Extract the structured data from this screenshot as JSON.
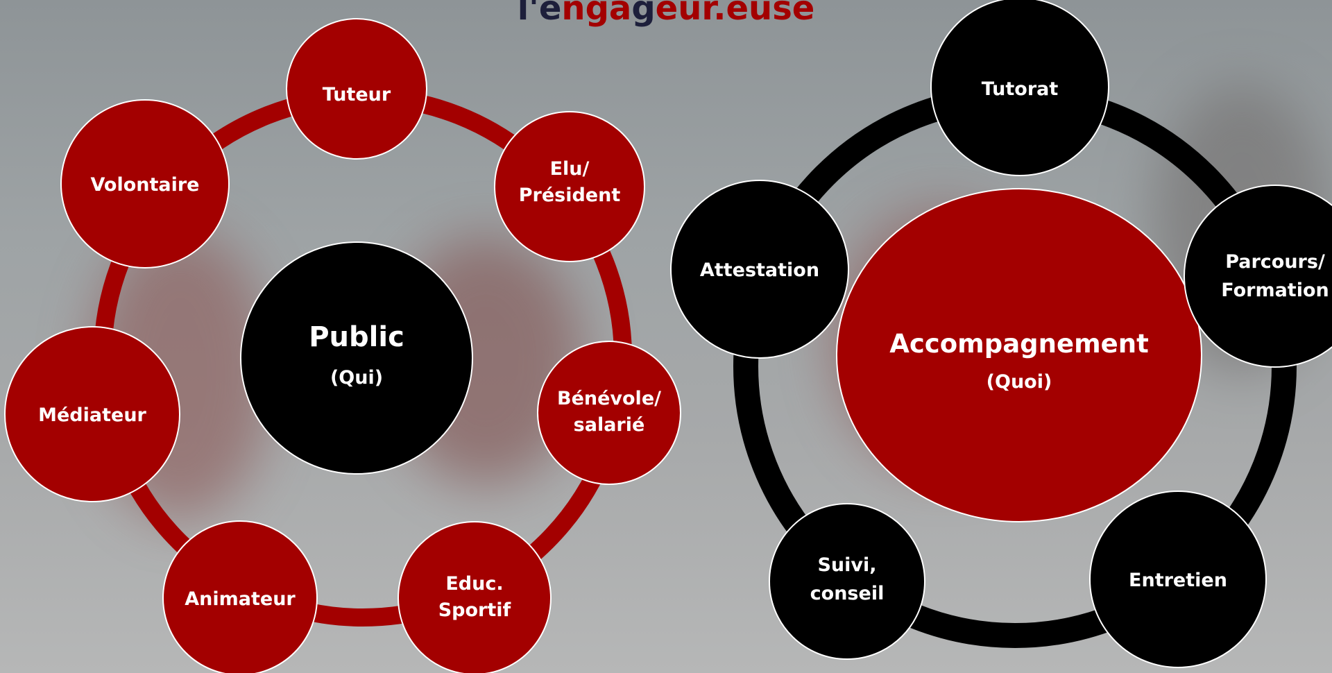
{
  "title": {
    "part1": "l'e",
    "part2": "nga",
    "part3": "g",
    "part4": "eur.euse"
  },
  "colors": {
    "red": "#a30000",
    "black": "#000000",
    "title": "#1d1f3b",
    "outline": "#ffffff"
  },
  "left_diagram": {
    "center": {
      "label": "Public",
      "sub": "(Qui)"
    },
    "nodes": [
      {
        "id": "tuteur",
        "lines": [
          "Tuteur"
        ]
      },
      {
        "id": "elu",
        "lines": [
          "Elu/",
          "Président"
        ]
      },
      {
        "id": "benevole",
        "lines": [
          "Bénévole/",
          "salarié"
        ]
      },
      {
        "id": "educ",
        "lines": [
          "Educ.",
          "Sportif"
        ]
      },
      {
        "id": "animateur",
        "lines": [
          "Animateur"
        ]
      },
      {
        "id": "mediateur",
        "lines": [
          "Médiateur"
        ]
      },
      {
        "id": "volontaire",
        "lines": [
          "Volontaire"
        ]
      }
    ]
  },
  "right_diagram": {
    "center": {
      "label": "Accompagnement",
      "sub": "(Quoi)"
    },
    "nodes": [
      {
        "id": "tutorat",
        "lines": [
          "Tutorat"
        ]
      },
      {
        "id": "parcours",
        "lines": [
          "Parcours/",
          "Formation"
        ]
      },
      {
        "id": "entretien",
        "lines": [
          "Entretien"
        ]
      },
      {
        "id": "suivi",
        "lines": [
          "Suivi,",
          "conseil"
        ]
      },
      {
        "id": "attestation",
        "lines": [
          "Attestation"
        ]
      }
    ]
  }
}
